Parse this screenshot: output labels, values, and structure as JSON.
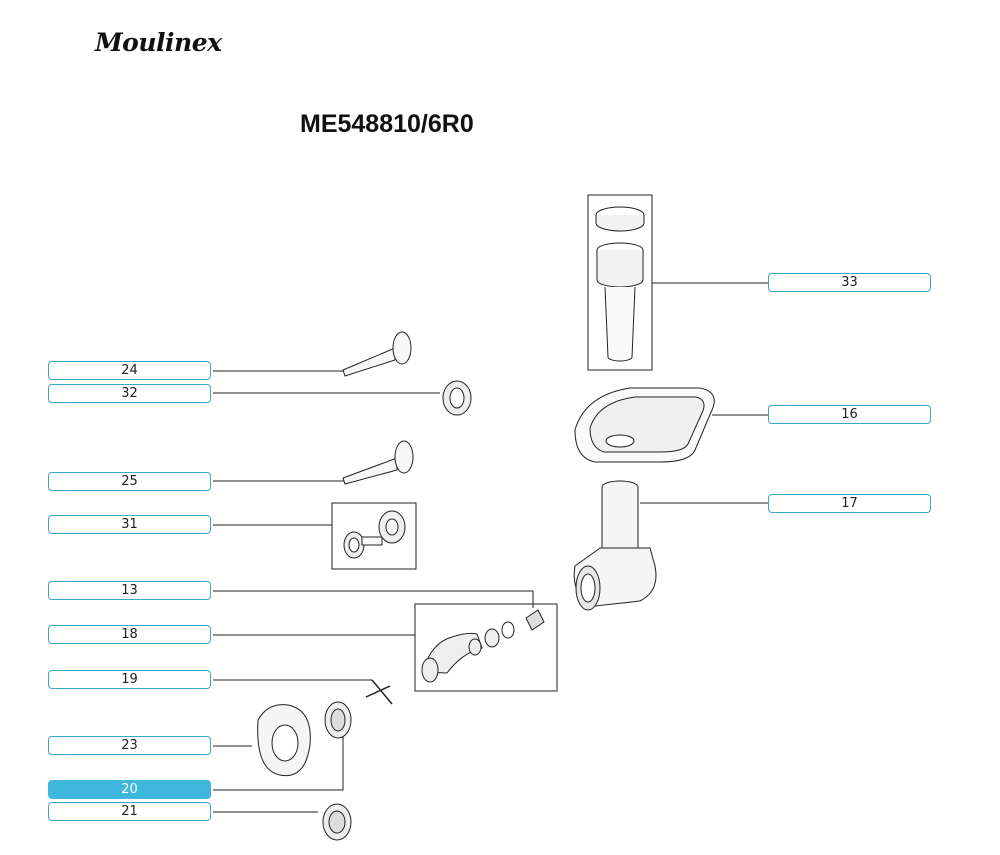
{
  "brand": "Moulinex",
  "model": "ME548810/6R0",
  "parts": {
    "p33": "33",
    "p16": "16",
    "p17": "17",
    "p24": "24",
    "p32": "32",
    "p25": "25",
    "p31": "31",
    "p13": "13",
    "p18": "18",
    "p19": "19",
    "p23": "23",
    "p20": "20",
    "p21": "21"
  },
  "selected_part": "20",
  "colors": {
    "accent": "#3fb6dc",
    "label_border": "#3aa7c9",
    "line": "#222222"
  }
}
